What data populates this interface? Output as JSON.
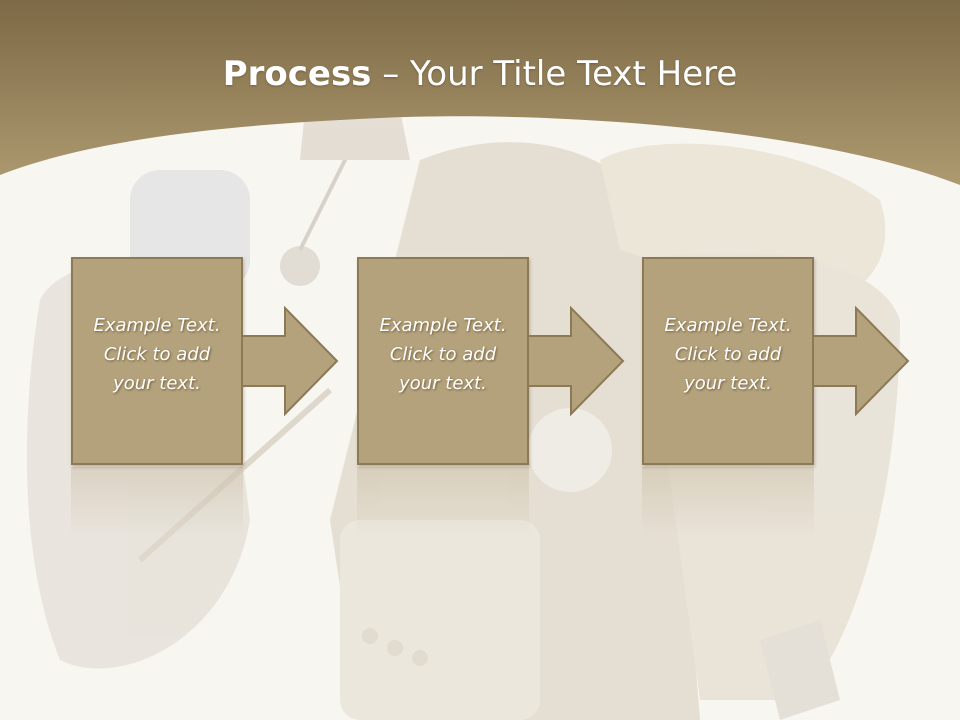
{
  "slide": {
    "title_bold": "Process",
    "title_rest": " – Your Title Text Here"
  },
  "steps": [
    {
      "line1": "Example Text.",
      "line2": "Click  to add",
      "line3": "your text."
    },
    {
      "line1": "Example Text.",
      "line2": "Click  to add",
      "line3": "your text."
    },
    {
      "line1": "Example Text.",
      "line2": "Click  to add",
      "line3": "your text."
    }
  ],
  "colors": {
    "header": "#a08e68",
    "box_fill": "#b4a27c",
    "box_border": "#8c7a56",
    "background": "#f8f6f1"
  }
}
